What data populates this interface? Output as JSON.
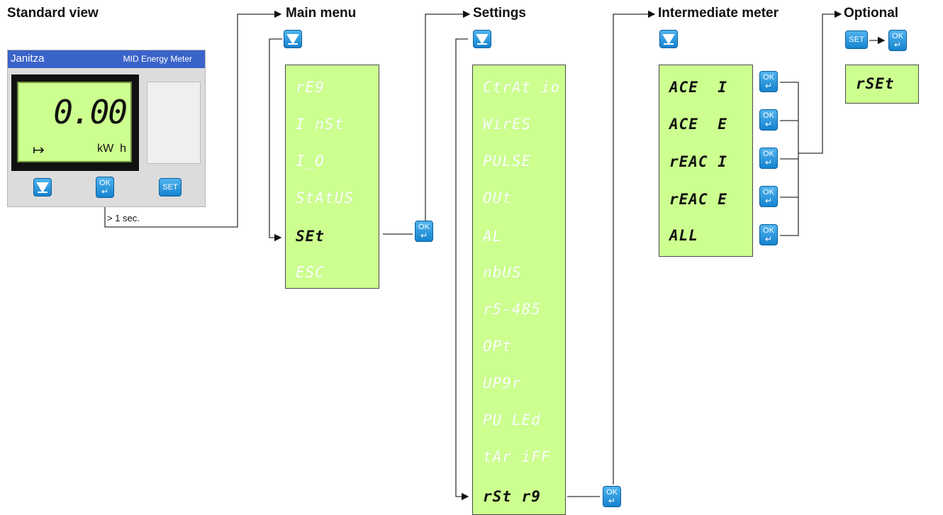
{
  "headings": {
    "standard_view": "Standard view",
    "main_menu": "Main menu",
    "settings": "Settings",
    "intermediate_meter": "Intermediate meter",
    "optional": "Optional"
  },
  "device": {
    "brand": "Janitza",
    "model": "MID Energy Meter",
    "reading": "0.00",
    "unit": "kW  h",
    "tariff_symbol": "↦",
    "hold_hint": "> 1 sec."
  },
  "buttons": {
    "ok_top": "OK",
    "ok_arrow": "↵",
    "set": "SET"
  },
  "main_menu": {
    "items": [
      {
        "label": "rE9",
        "active": false
      },
      {
        "label": "I nSt",
        "active": false
      },
      {
        "label": "I_O",
        "active": false
      },
      {
        "label": "StAtUS",
        "active": false
      },
      {
        "label": "SEt",
        "active": true
      },
      {
        "label": "ESC",
        "active": false
      }
    ]
  },
  "settings": {
    "items": [
      {
        "label": "CtrAt io",
        "active": false
      },
      {
        "label": "WirES",
        "active": false
      },
      {
        "label": "PULSE",
        "active": false
      },
      {
        "label": "OUt",
        "active": false
      },
      {
        "label": "AL",
        "active": false
      },
      {
        "label": "nbUS",
        "active": false
      },
      {
        "label": "r5-485",
        "active": false
      },
      {
        "label": "OPt",
        "active": false
      },
      {
        "label": "UP9r",
        "active": false
      },
      {
        "label": "PU LEd",
        "active": false
      },
      {
        "label": "tAr iFF",
        "active": false
      },
      {
        "label": "rSt r9",
        "active": true
      }
    ]
  },
  "intermediate_meter": {
    "items": [
      {
        "label": "ACE  I",
        "active": true
      },
      {
        "label": "ACE  E",
        "active": true
      },
      {
        "label": "rEAC I",
        "active": true
      },
      {
        "label": "rEAC E",
        "active": true
      },
      {
        "label": "ALL",
        "active": true
      }
    ]
  },
  "optional": {
    "label": "rSEt"
  },
  "colors": {
    "lcd_background": "#ccff8f",
    "button_blue": "#1e90d8",
    "device_header": "#3a63c9",
    "device_body": "#dcdcdc"
  }
}
